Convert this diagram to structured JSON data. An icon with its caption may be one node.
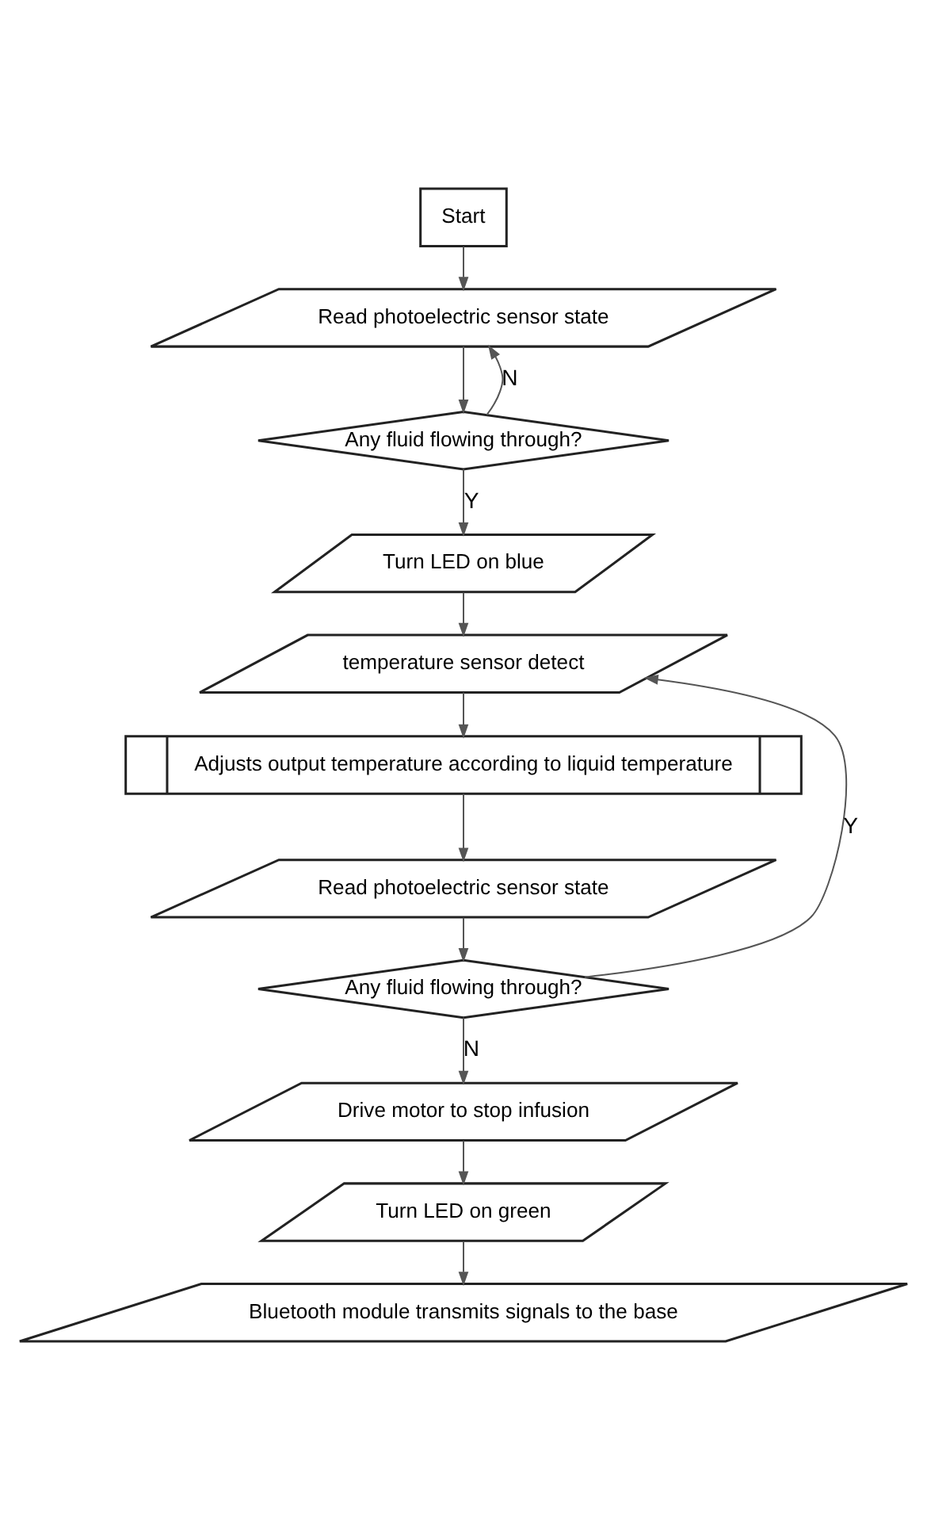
{
  "diagram": {
    "nodes": [
      {
        "text": [
          "Start"
        ]
      },
      {
        "text": [
          "Read photoelectric sensor state"
        ]
      },
      {
        "text": [
          "Any fluid flowing through?"
        ]
      },
      {
        "text": [
          "Turn LED on blue"
        ]
      },
      {
        "text": [
          "temperature sensor detect"
        ]
      },
      {
        "text": [
          "Adjusts output temperature according to liquid temperature"
        ]
      },
      {
        "text": [
          "Read photoelectric sensor state"
        ]
      },
      {
        "text": [
          "Any fluid flowing through?"
        ]
      },
      {
        "text": [
          "Drive motor to stop infusion"
        ]
      },
      {
        "text": [
          "Turn LED on green"
        ]
      },
      {
        "text": [
          "Bluetooth module transmits signals to the base"
        ]
      }
    ],
    "edges": [
      {
        "from": 0,
        "to": 1,
        "arrow": "to"
      },
      {
        "from": 1,
        "to": 2,
        "arrow": "to"
      },
      {
        "from": 2,
        "to": 1,
        "arrow": "to",
        "label": "N"
      },
      {
        "from": 2,
        "to": 3,
        "arrow": "to",
        "label": "Y"
      },
      {
        "from": 3,
        "to": 4,
        "arrow": "to"
      },
      {
        "from": 4,
        "to": 5,
        "arrow": "to"
      },
      {
        "from": 5,
        "to": 6,
        "arrow": "to"
      },
      {
        "from": 6,
        "to": 7,
        "arrow": "to"
      },
      {
        "from": 7,
        "to": 4,
        "arrow": "to",
        "label": "Y"
      },
      {
        "from": 7,
        "to": 8,
        "arrow": "to",
        "label": "N"
      },
      {
        "from": 8,
        "to": 9,
        "arrow": "to"
      },
      {
        "from": 9,
        "to": 10,
        "arrow": "to"
      }
    ]
  }
}
